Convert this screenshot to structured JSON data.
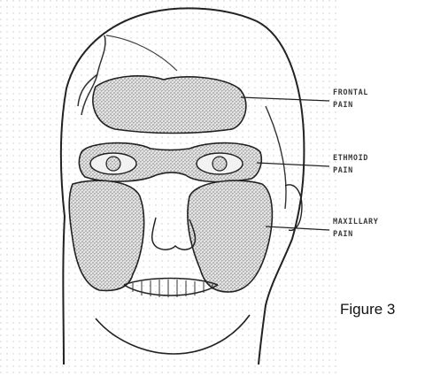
{
  "labels": {
    "frontal": [
      "FRONTAL",
      "PAIN"
    ],
    "ethmoid": [
      "ETHMOID",
      "PAIN"
    ],
    "maxillary": [
      "MAXILLARY",
      "PAIN"
    ]
  },
  "caption": "Figure 3",
  "colors": {
    "ink": "#222222",
    "dot_grid": "#c8c8c8",
    "stipple": "#5a5a5a",
    "fill": "#e2e2e2"
  }
}
